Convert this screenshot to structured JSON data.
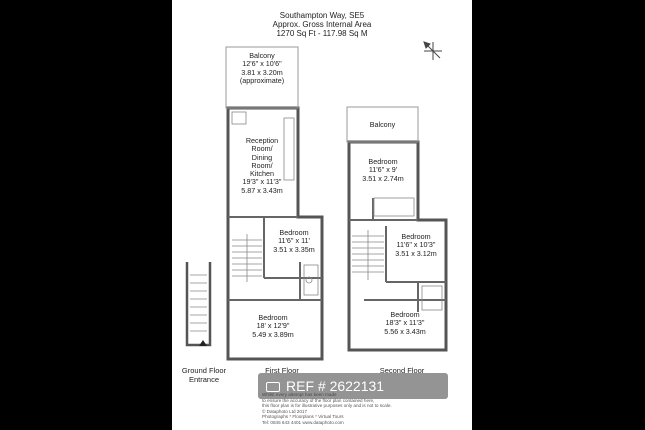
{
  "header": {
    "address": "Southampton Way, SE5",
    "area_label": "Approx. Gross Internal Area",
    "area_value": "1270 Sq Ft  -  117.98 Sq M"
  },
  "rooms": {
    "balcony_1": [
      "Balcony",
      "12'6\" x 10'6\"",
      "3.81 x 3.20m",
      "(approximate)"
    ],
    "reception": [
      "Reception",
      "Room/",
      "Dining",
      "Room/",
      "Kitchen",
      "19'3\" x 11'3\"",
      "5.87 x 3.43m"
    ],
    "bedroom_ff_1": [
      "Bedroom",
      "11'6\" x 11'",
      "3.51 x 3.35m"
    ],
    "bedroom_ff_2": [
      "Bedroom",
      "18' x 12'9\"",
      "5.49 x 3.89m"
    ],
    "balcony_2": [
      "Balcony"
    ],
    "bedroom_sf_1": [
      "Bedroom",
      "11'6\" x 9'",
      "3.51 x 2.74m"
    ],
    "bedroom_sf_2": [
      "Bedroom",
      "11'6\" x 10'3\"",
      "3.51 x 3.12m"
    ],
    "bedroom_sf_3": [
      "Bedroom",
      "18'3\" x 11'3\"",
      "5.56 x 3.43m"
    ]
  },
  "floors": {
    "ground": [
      "Ground Floor",
      "Entrance"
    ],
    "first": "First Floor",
    "second": "Second Floor"
  },
  "watermark": "REF # 2622131",
  "fineprint": [
    "Whilst every attempt has been made",
    "to ensure the accuracy of the floor plan contained here,",
    "this floor plan is for illustrative purposes only and is not to scale.",
    "© Dataphoto Ltd 2017",
    "Photographs * Floorplans * Virtual Tours",
    "Tel: 0845 643 4401 www.dataphoto.com"
  ],
  "icons": {
    "compass": "north-arrow-icon"
  }
}
